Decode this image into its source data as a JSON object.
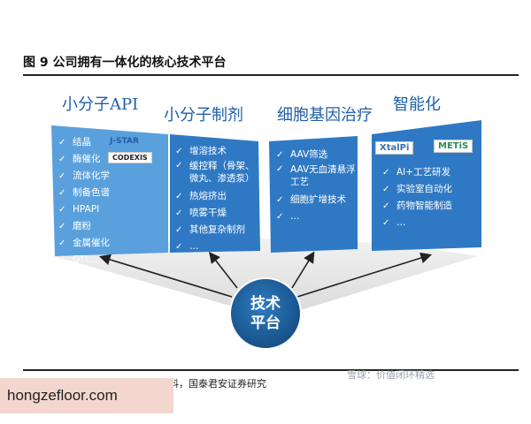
{
  "figure_title": "图 9 公司拥有一体化的核心技术平台",
  "columns": [
    {
      "title": "小分子API",
      "items": [
        "结晶",
        "酶催化",
        "流体化学",
        "制备色谱",
        "HPAPI",
        "磨粉",
        "金属催化",
        "GTI…"
      ],
      "logos": [
        "J-STAR",
        "CODEXIS"
      ]
    },
    {
      "title": "小分子制剂",
      "items": [
        "增溶技术",
        "缓控释（骨架、微丸、渗透泵）",
        "热熔挤出",
        "喷雾干燥",
        "其他复杂制剂",
        "…"
      ],
      "logos": []
    },
    {
      "title": "细胞基因治疗",
      "items": [
        "AAV筛选",
        "AAV无血清悬浮工艺",
        "细胞扩增技术",
        "…"
      ],
      "logos": []
    },
    {
      "title": "智能化",
      "items": [
        "AI+工艺研发",
        "实验室自动化",
        "药物智能制造",
        "…"
      ],
      "logos": [
        "XtalPi",
        "METiS"
      ]
    }
  ],
  "hub": {
    "line1": "技术",
    "line2": "平台"
  },
  "source_note": "数据来源：公司公告，公司推介材料，国泰君安证券研究",
  "watermark": "雪球：价值闭环精选",
  "site_tag": "hongzefloor.com",
  "colors": {
    "panel_dark": "#2f79c4",
    "panel_light": "#5aa0dc",
    "title_blue": "#1f5fa8",
    "hub": "#1b5e99",
    "fan_grey": "#e6e6e6"
  }
}
